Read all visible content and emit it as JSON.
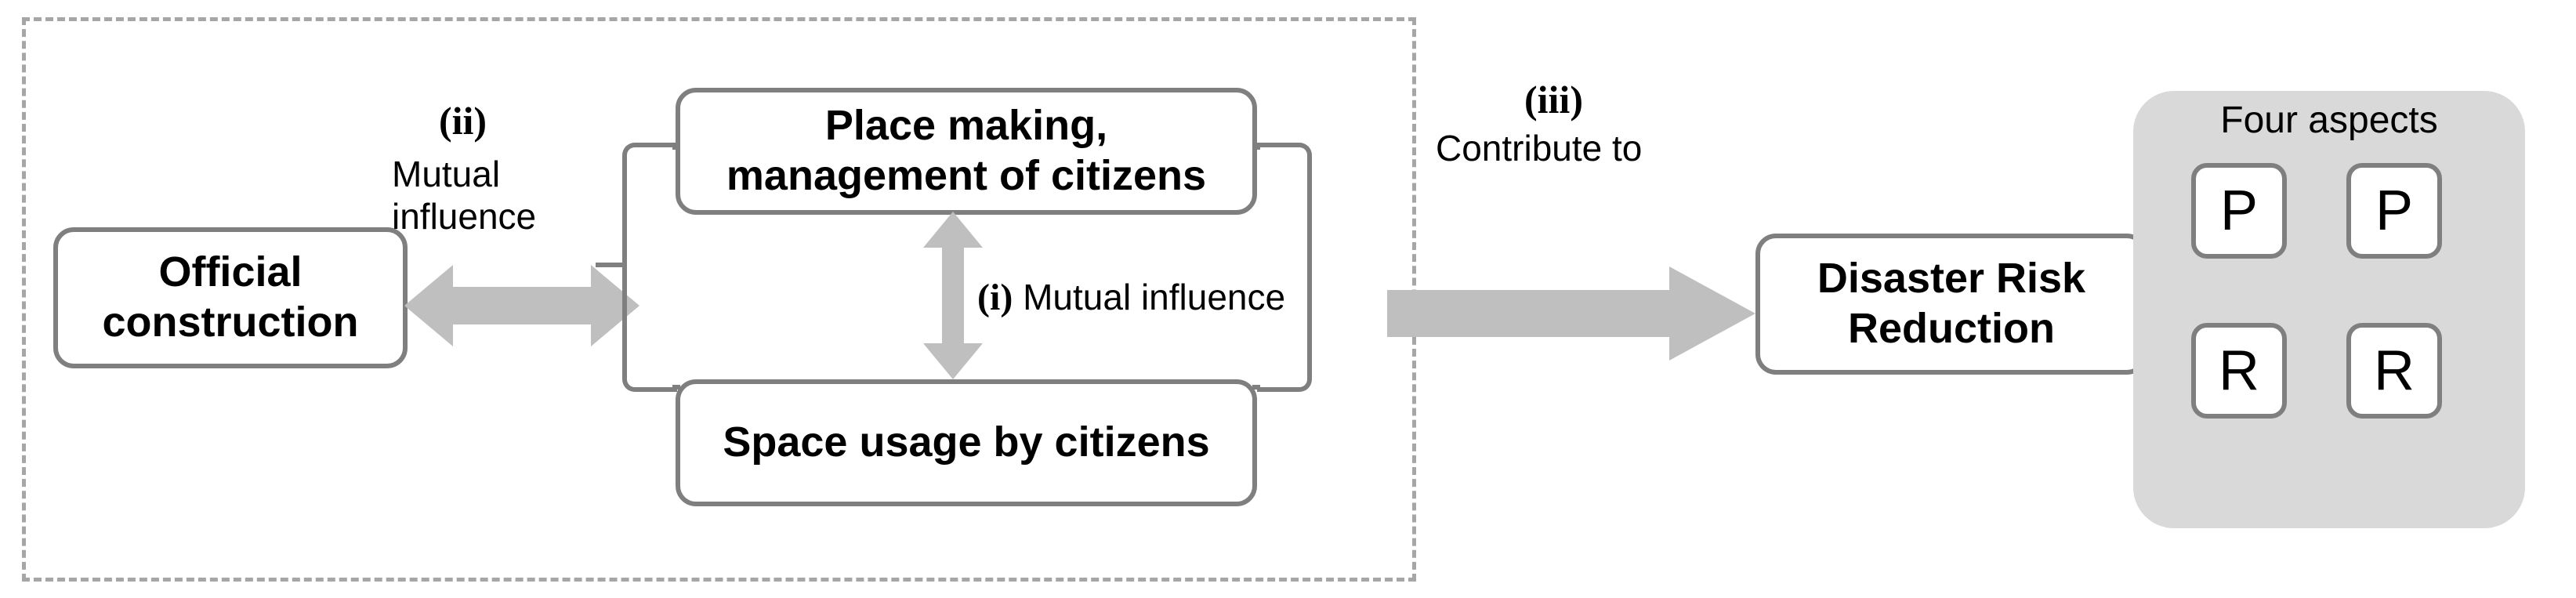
{
  "diagram": {
    "scope": {
      "name": "dashed-scope-boundary"
    },
    "nodes": {
      "official_construction": "Official\nconstruction",
      "official_construction_line1": "Official",
      "official_construction_line2": "construction",
      "place_making_line1": "Place making,",
      "place_making_line2": "management of citizens",
      "space_usage": "Space usage by citizens",
      "disaster_risk_line1": "Disaster Risk",
      "disaster_risk_line2": "Reduction"
    },
    "relations": {
      "ii_marker": "(ii)",
      "ii_label_line1": "Mutual",
      "ii_label_line2": "influence",
      "i_marker": "(i)",
      "i_label": "Mutual influence",
      "iii_marker": "(iii)",
      "iii_label": "Contribute to"
    },
    "four_aspects": {
      "title": "Four aspects",
      "boxes": [
        "P",
        "P",
        "R",
        "R"
      ]
    },
    "colors": {
      "node_border": "#7f7f7f",
      "arrow_fill": "#bfbfbf",
      "panel_bg": "#d9d9d9",
      "dashed_border": "#a6a6a6",
      "text": "#000000",
      "background": "#ffffff"
    }
  }
}
